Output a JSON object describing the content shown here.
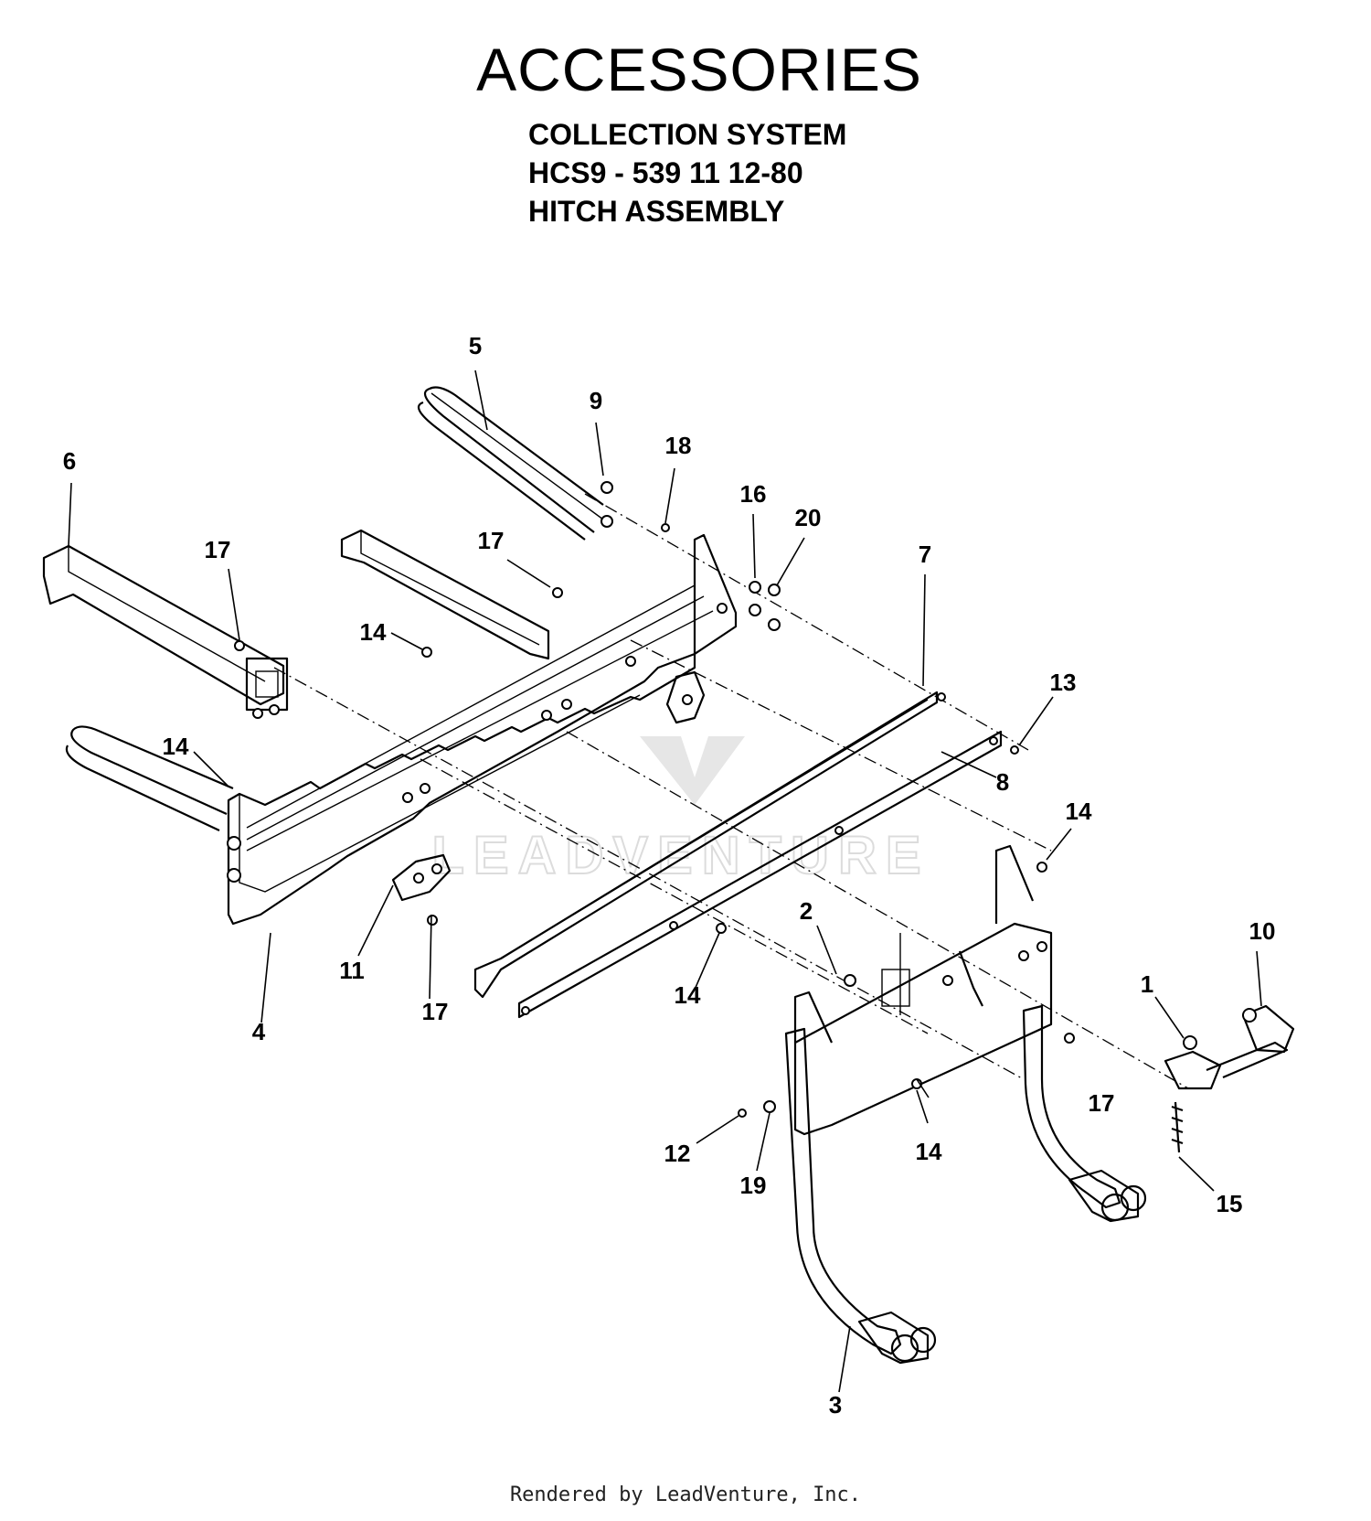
{
  "title": "ACCESSORIES",
  "subtitle_lines": [
    "COLLECTION SYSTEM",
    "HCS9 - 539 11 12-80",
    "HITCH ASSEMBLY"
  ],
  "watermark": "LEADVENTURE",
  "footer": "Rendered by LeadVenture, Inc.",
  "callouts": [
    "5",
    "9",
    "18",
    "6",
    "17",
    "16",
    "20",
    "17",
    "7",
    "14",
    "13",
    "14",
    "8",
    "14",
    "2",
    "10",
    "1",
    "11",
    "17",
    "14",
    "4",
    "17",
    "12",
    "14",
    "19",
    "15",
    "3"
  ]
}
